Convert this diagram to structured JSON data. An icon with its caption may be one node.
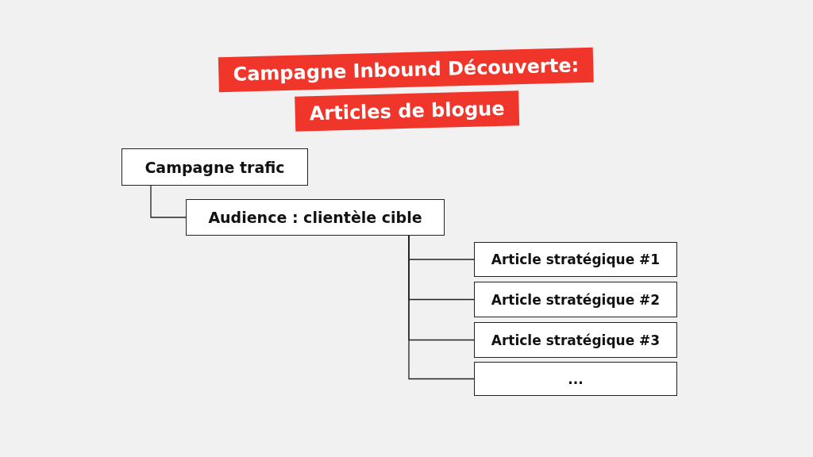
{
  "diagram": {
    "title": "Campagne Inbound Découverte: Articles de blogue",
    "nodes": [
      {
        "text": [
          "Campagne trafic"
        ]
      },
      {
        "text": [
          "Audience : clientèle cible"
        ]
      },
      {
        "text": [
          "Article stratégique #1"
        ]
      },
      {
        "text": [
          "Article stratégique #2"
        ]
      },
      {
        "text": [
          "Article stratégique #3"
        ]
      },
      {
        "text": [
          "..."
        ]
      }
    ],
    "edges": [
      {
        "from": 0,
        "to": 1,
        "arrow": "none"
      },
      {
        "from": 1,
        "to": 2,
        "arrow": "none"
      },
      {
        "from": 1,
        "to": 3,
        "arrow": "none"
      },
      {
        "from": 1,
        "to": 4,
        "arrow": "none"
      },
      {
        "from": 1,
        "to": 5,
        "arrow": "none"
      }
    ]
  }
}
